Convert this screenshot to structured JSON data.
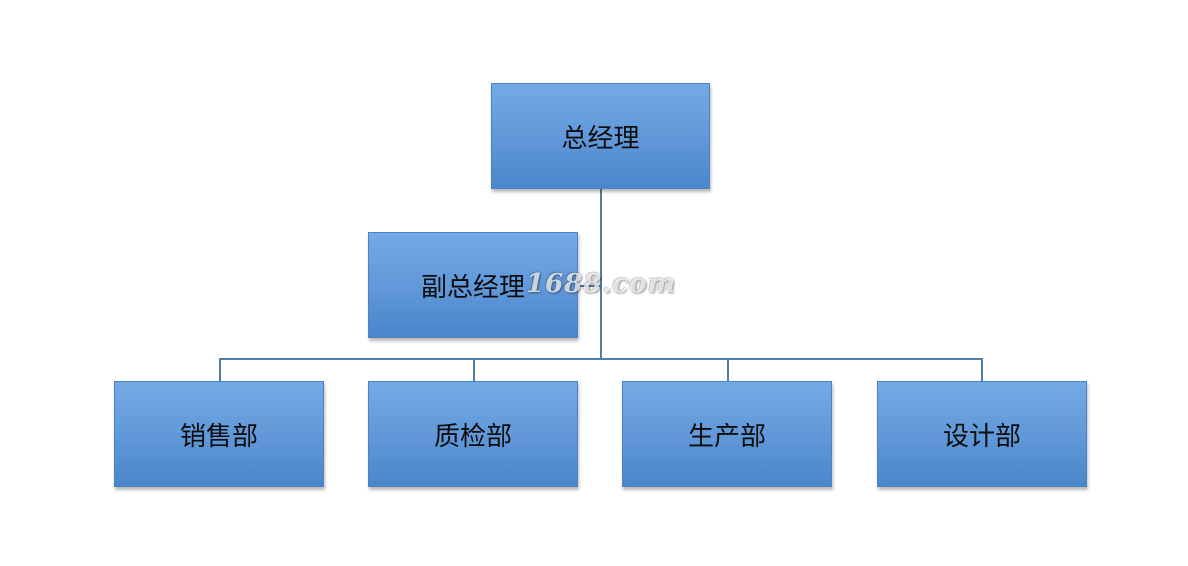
{
  "org_chart": {
    "top": {
      "label": "总经理"
    },
    "assistant": {
      "label": "副总经理"
    },
    "departments": [
      {
        "label": "销售部"
      },
      {
        "label": "质检部"
      },
      {
        "label": "生产部"
      },
      {
        "label": "设计部"
      }
    ]
  },
  "watermark": {
    "text": "1688.com"
  },
  "colors": {
    "box_fill_top": "#74aae4",
    "box_fill_bottom": "#4a86cb",
    "box_border": "#4d83c4",
    "connector": "#4f7fa8",
    "text": "#0d0d0d"
  }
}
